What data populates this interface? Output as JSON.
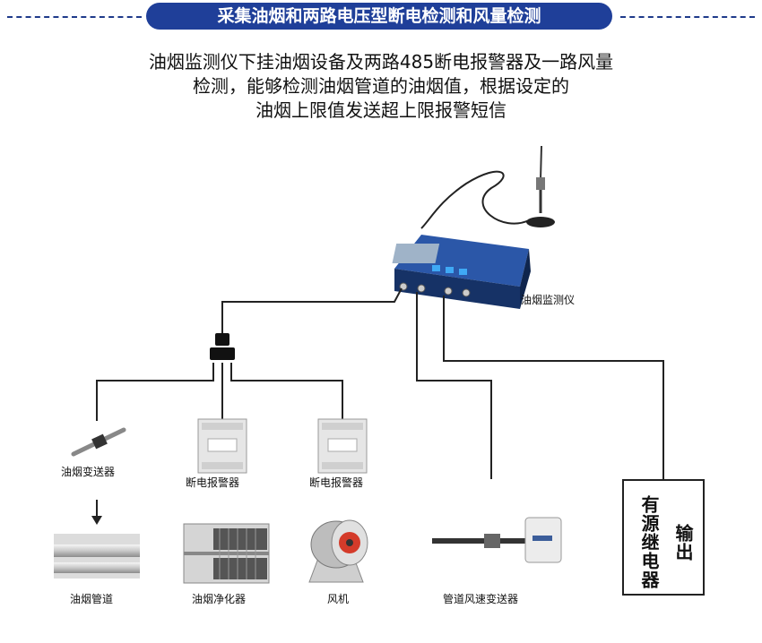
{
  "header": {
    "title": "采集油烟和两路电压型断电检测和风量检测"
  },
  "description": {
    "line1": "油烟监测仪下挂油烟设备及两路485断电报警器及一路风量",
    "line2": "检测，能够检测油烟管道的油烟值，根据设定的",
    "line3": "油烟上限值发送超上限报警短信"
  },
  "devices": {
    "monitor": "油烟监测仪",
    "smoke_transmitter": "油烟变送器",
    "alarm_1": "断电报警器",
    "alarm_2": "断电报警器",
    "smoke_duct": "油烟管道",
    "purifier": "油烟净化器",
    "fan": "风机",
    "air_speed": "管道风速变送器",
    "relay_output": "输出",
    "relay_name": "有源继电器"
  },
  "colors": {
    "title_bg": "#1f3f99",
    "monitor_body": "#1d3f86",
    "wire": "#222222"
  }
}
